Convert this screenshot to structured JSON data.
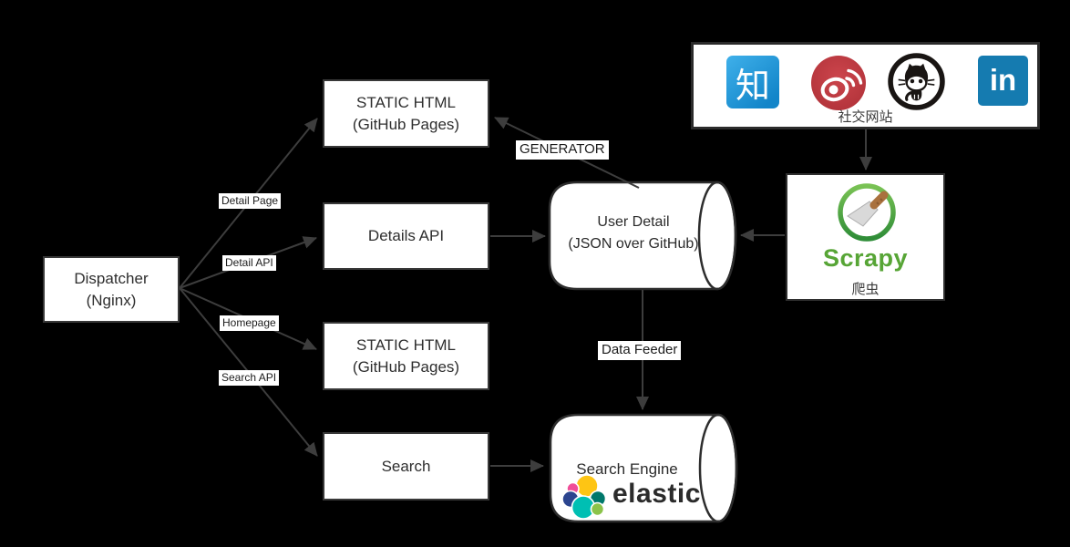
{
  "nodes": {
    "dispatcher": {
      "label": "Dispatcher\n(Nginx)"
    },
    "static_html_detail": {
      "label": "STATIC HTML\n(GitHub Pages)"
    },
    "details_api": {
      "label": "Details API"
    },
    "static_html_home": {
      "label": "STATIC HTML\n(GitHub Pages)"
    },
    "search": {
      "label": "Search"
    },
    "user_detail_store": {
      "label": "User Detail\n(JSON over GitHub)"
    },
    "search_engine_store": {
      "label": "Search Engine",
      "brand": "elastic"
    },
    "social_sites": {
      "caption": "社交网站",
      "zhihu_glyph": "知",
      "linkedin_glyph": "in"
    },
    "scrapy": {
      "brand": "Scrapy",
      "caption": "爬虫"
    }
  },
  "edges": {
    "detail_page": "Detail Page",
    "detail_api": "Detail API",
    "homepage": "Homepage",
    "search_api": "Search API",
    "generator": "GENERATOR",
    "data_feeder": "Data Feeder"
  },
  "icons": [
    "zhihu-icon",
    "weibo-icon",
    "github-icon",
    "linkedin-icon",
    "scrapy-icon",
    "elastic-icon"
  ],
  "colors": {
    "background": "#000000",
    "node_fill": "#FFFFFF",
    "node_border": "#383838",
    "arrow": "#3D3D3D",
    "zhihu_blue": "#1E96D5",
    "weibo_red": "#BE3A41",
    "github_black": "#191513",
    "linkedin_blue": "#157BB0",
    "scrapy_green": "#57A536",
    "scrapy_handle_brown": "#A9713E",
    "elastic_yellow": "#FEC514",
    "elastic_pink": "#F04E98",
    "elastic_navy": "#2C458F",
    "elastic_dark_teal": "#00786B",
    "elastic_teal": "#00BFB3",
    "elastic_green": "#8BC34A",
    "elastic_text": "#2B2B2B"
  }
}
